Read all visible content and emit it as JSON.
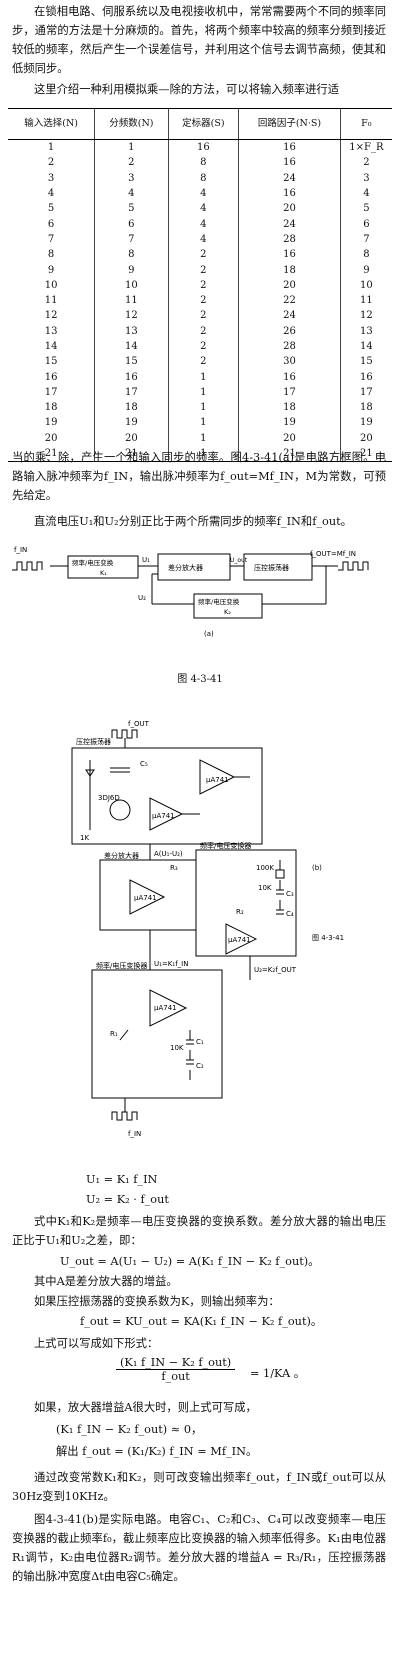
{
  "intro": {
    "p1": "在锁相电路、伺服系统以及电视接收机中，常常需要两个不同的频率同步，通常的方法是十分麻烦的。首先，将两个频率中较高的频率分频到接近较低的频率，然后产生一个误差信号，并利用这个信号去调节高频，使其和低频同步。",
    "p2": "这里介绍一种利用模拟乘—除的方法，可以将输入频率进行适"
  },
  "table": {
    "headers": [
      "输入选择(N)",
      "分频数(N)",
      "定标器(S)",
      "回路因子(N·S)",
      "F₀"
    ],
    "rows": [
      [
        "1",
        "1",
        "16",
        "16",
        "1×F_R"
      ],
      [
        "2",
        "2",
        "8",
        "16",
        "2"
      ],
      [
        "3",
        "3",
        "8",
        "24",
        "3"
      ],
      [
        "4",
        "4",
        "4",
        "16",
        "4"
      ],
      [
        "5",
        "5",
        "4",
        "20",
        "5"
      ],
      [
        "6",
        "6",
        "4",
        "24",
        "6"
      ],
      [
        "7",
        "7",
        "4",
        "28",
        "7"
      ],
      [
        "8",
        "8",
        "2",
        "16",
        "8"
      ],
      [
        "9",
        "9",
        "2",
        "18",
        "9"
      ],
      [
        "10",
        "10",
        "2",
        "20",
        "10"
      ],
      [
        "11",
        "11",
        "2",
        "22",
        "11"
      ],
      [
        "12",
        "12",
        "2",
        "24",
        "12"
      ],
      [
        "13",
        "13",
        "2",
        "26",
        "13"
      ],
      [
        "14",
        "14",
        "2",
        "28",
        "14"
      ],
      [
        "15",
        "15",
        "2",
        "30",
        "15"
      ],
      [
        "16",
        "16",
        "1",
        "16",
        "16"
      ],
      [
        "17",
        "17",
        "1",
        "17",
        "17"
      ],
      [
        "18",
        "18",
        "1",
        "18",
        "18"
      ],
      [
        "19",
        "19",
        "1",
        "19",
        "19"
      ],
      [
        "20",
        "20",
        "1",
        "20",
        "20"
      ],
      [
        "21",
        "21",
        "1",
        "21",
        "21"
      ]
    ]
  },
  "mid": {
    "p3": "当的乘、除，产生一个和输入同步的频率。图4-3-41(a)是电路方框图。电路输入脉冲频率为f_IN，输出脉冲频率为f_out=Mf_IN，M为常数，可预先给定。",
    "p4": "直流电压U₁和U₂分别正比于两个所需同步的频率f_IN和f_out。"
  },
  "block_diagram": {
    "fin": "f_IN",
    "fout": "f_OUT=Mf_IN",
    "blk1": "频率/电压变换",
    "blk1_sub": "K₁",
    "blk2": "差分放大器",
    "blk3": "压控振荡器",
    "blk4": "频率/电压变换",
    "blk4_sub": "K₂",
    "u1": "U₁",
    "u2": "U₂",
    "uout": "U_out",
    "sub": "(a)",
    "caption": "图 4-3-41"
  },
  "circuit": {
    "vco_label": "压控振荡器",
    "diff_label": "差分放大器",
    "fv1_label": "频率/电压变换器",
    "fv2_label": "频率/电压变换器",
    "op": "μA741",
    "fet": "3DJ6D",
    "aout": "A(U₁-U₂)",
    "u1": "U₁=K₁f_IN",
    "u2": "U₂=K₂f_OUT",
    "side_caption": "图 4-3-41",
    "side_sub": "(b)",
    "r1": "R₁",
    "r2": "R₂",
    "r3": "R₃",
    "c1": "C₁",
    "c2": "C₂",
    "c3": "C₃",
    "c4": "C₄",
    "c5": "C₅",
    "k1": "10K",
    "k2": "10K",
    "k3": "1K",
    "k4": "100K",
    "fout": "f_OUT",
    "fin": "f_IN"
  },
  "equations": {
    "e1": "U₁ = K₁ f_IN",
    "e2": "U₂ = K₂ · f_out",
    "p5": "式中K₁和K₂是频率—电压变换器的变换系数。差分放大器的输出电压正比于U₁和U₂之差，即：",
    "e3": "U_out = A(U₁ − U₂) = A(K₁ f_IN − K₂ f_out)。",
    "p6": "其中A是差分放大器的增益。",
    "p7": "如果压控振荡器的变换系数为K，则输出频率为：",
    "e4": "f_out = KU_out = KA(K₁ f_IN − K₂ f_out)。",
    "p8": "上式可以写成如下形式：",
    "e5_num": "(K₁ f_IN − K₂ f_out)",
    "e5_den": "f_out",
    "e5_rhs": "= 1/KA 。",
    "p9": "如果，放大器增益A很大时，则上式可写成，",
    "e6": "(K₁ f_IN − K₂ f_out) ≈ 0，",
    "e7": "解出 f_out = (K₁/K₂) f_IN = Mf_IN。",
    "p10": "通过改变常数K₁和K₂，则可改变输出频率f_out，f_IN或f_out可以从30Hz变到10KHz。",
    "p11": "图4-3-41(b)是实际电路。电容C₁、C₂和C₃、C₄可以改变频率—电压变换器的截止频率f₀，截止频率应比变换器的输入频率低得多。K₁由电位器R₁调节，K₂由电位器R₂调节。差分放大器的增益A = R₃/R₁，压控振荡器的输出脉冲宽度Δt由电容C₅确定。"
  }
}
